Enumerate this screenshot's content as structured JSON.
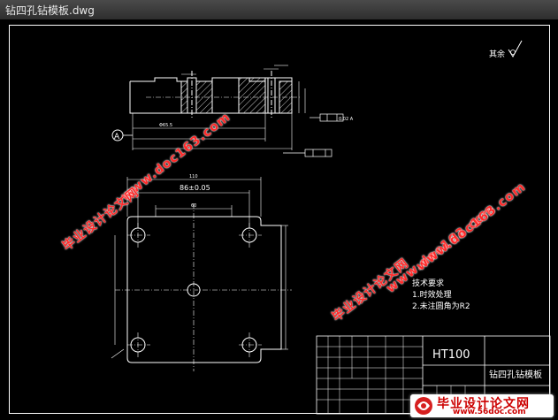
{
  "window": {
    "title": "钻四孔钻模板.dwg"
  },
  "drawing": {
    "surface_finish": "其余",
    "circle_label": "A",
    "tech_requirements": {
      "heading": "技术要求",
      "items": [
        "1.时效处理",
        "2.未注圆角为R2"
      ]
    },
    "title_block": {
      "material": "HT100",
      "part_name": "钻四孔钻模板"
    },
    "dimensions": {
      "overall_width": "110",
      "hole_spacing": "86±0.05",
      "inner_width": "60",
      "bore_diameter": "Φ65.5",
      "tolerance_frame": "0.02 A"
    }
  },
  "watermarks": {
    "cn_text": "毕业设计论文网",
    "url_text": "www.doc163.com",
    "url_text_2": "www.56doc.com"
  },
  "site_logo": {
    "name": "毕业设计论文网",
    "url": "www.56doc.com"
  },
  "colors": {
    "background": "#000000",
    "lines": "#ffffff",
    "hatch": "#ffffff",
    "watermark": "#ff2a2a",
    "titlebar": "#3a3a3a"
  }
}
